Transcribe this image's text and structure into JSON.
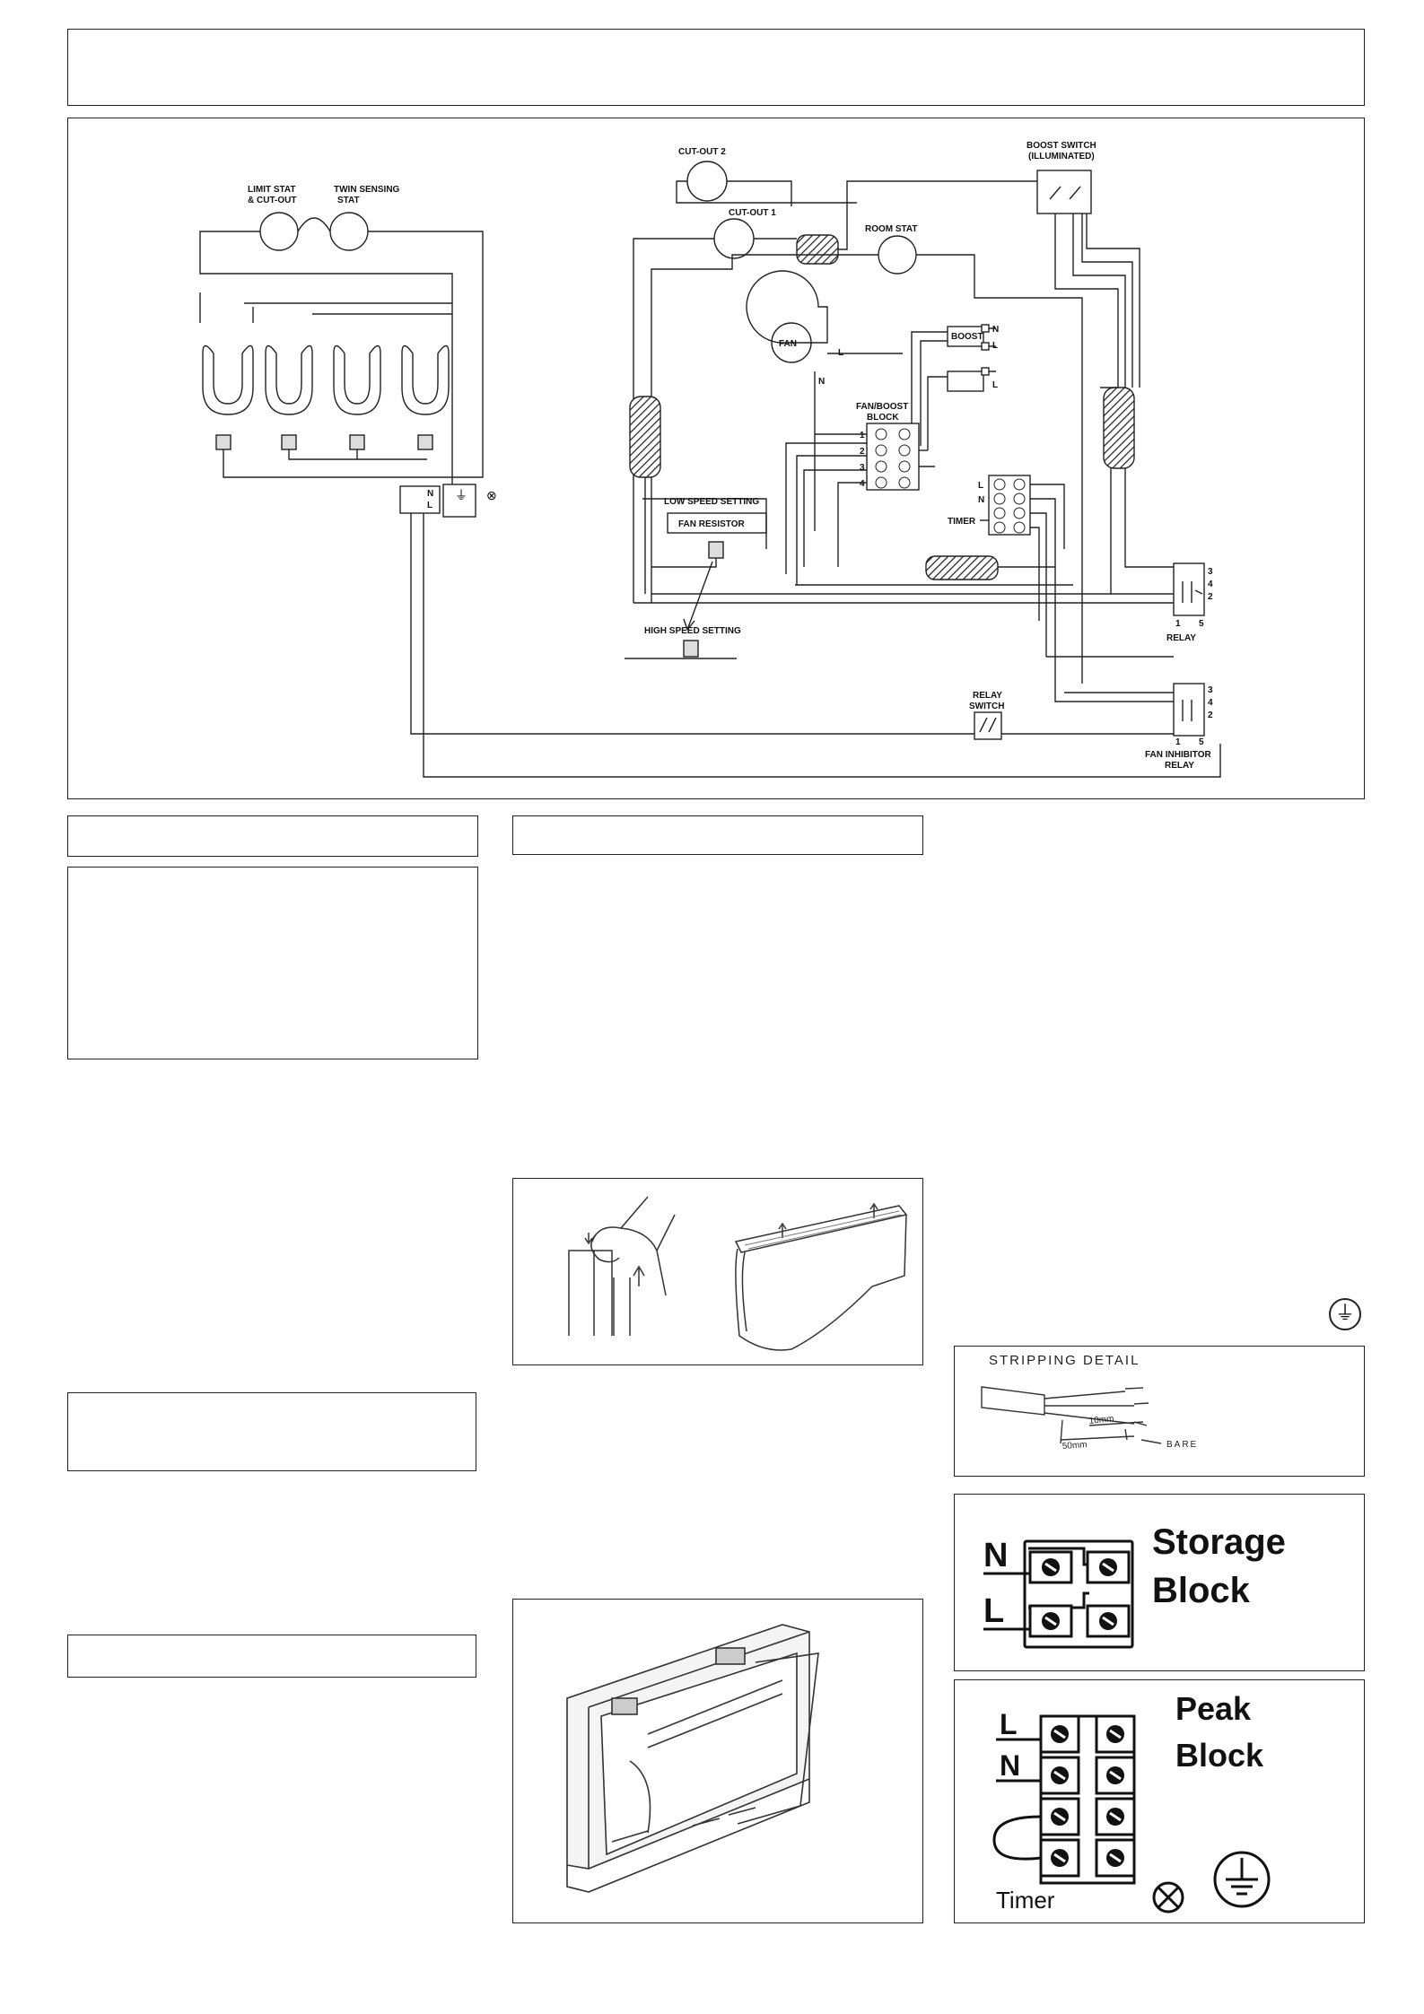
{
  "wiring": {
    "limit_stat": "LIMIT STAT",
    "limit_stat_2": "& CUT-OUT",
    "twin_sensing": "TWIN SENSING",
    "twin_sensing_2": "STAT",
    "terminal_n": "N",
    "terminal_l": "L",
    "cutout2": "CUT-OUT 2",
    "cutout1": "CUT-OUT 1",
    "room_stat": "ROOM STAT",
    "boost_switch": "BOOST SWITCH",
    "boost_switch_2": "(ILLUMINATED)",
    "fan": "FAN",
    "boost": "BOOST",
    "fan_boost_block": "FAN/BOOST",
    "fan_boost_block_2": "BLOCK",
    "low_speed": "LOW SPEED SETTING",
    "fan_resistor": "FAN RESISTOR",
    "high_speed": "HIGH SPEED SETTING",
    "timer": "TIMER",
    "relay": "RELAY",
    "relay_switch": "RELAY",
    "relay_switch_2": "SWITCH",
    "fan_inhibitor": "FAN INHIBITOR",
    "fan_inhibitor_2": "RELAY",
    "pin_1": "1",
    "pin_2": "2",
    "pin_3": "3",
    "pin_4": "4",
    "pin_5": "5"
  },
  "stripping": {
    "title": "STRIPPING DETAIL",
    "dim_10": "10mm",
    "dim_50": "50mm",
    "bare": "BARE"
  },
  "storage_block": {
    "n": "N",
    "l": "L",
    "title_1": "Storage",
    "title_2": "Block"
  },
  "peak_block": {
    "l": "L",
    "n": "N",
    "title_1": "Peak",
    "title_2": "Block",
    "timer": "Timer"
  }
}
